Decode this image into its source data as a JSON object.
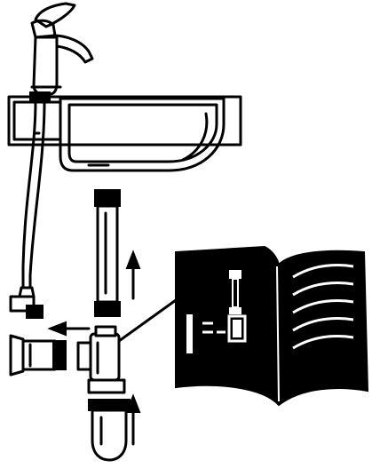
{
  "figure": {
    "parts": [
      {
        "name": "mixer-tap"
      },
      {
        "name": "washbasin"
      },
      {
        "name": "supply-hose"
      },
      {
        "name": "angle-valve"
      },
      {
        "name": "tailpiece-tube"
      },
      {
        "name": "wall-flange"
      },
      {
        "name": "bottle-trap-body"
      },
      {
        "name": "trap-cup"
      },
      {
        "name": "instruction-booklet"
      }
    ],
    "arrows": [
      {
        "name": "arrow-up-tailpiece",
        "direction": "up"
      },
      {
        "name": "arrow-left-flange",
        "direction": "left"
      },
      {
        "name": "arrow-up-cup",
        "direction": "up"
      }
    ],
    "colors": {
      "ink": "#000000",
      "paper": "#ffffff"
    }
  }
}
